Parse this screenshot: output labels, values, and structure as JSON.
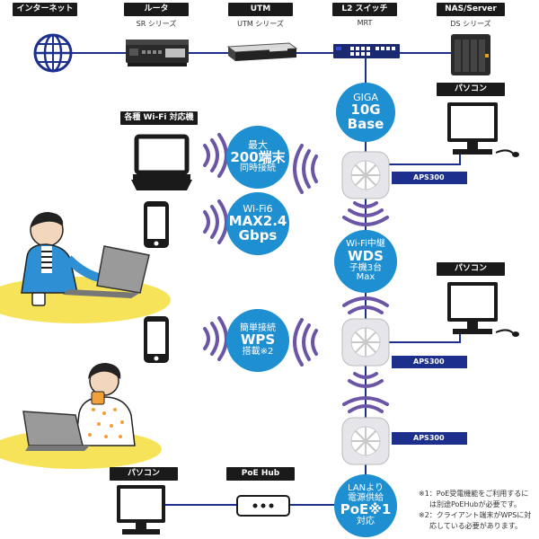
{
  "top_devices": [
    {
      "label": "インターネット",
      "sub": ""
    },
    {
      "label": "ルータ",
      "sub": "SR シリーズ"
    },
    {
      "label": "UTM",
      "sub": "UTM シリーズ"
    },
    {
      "label": "L2 スイッチ",
      "sub": "MRT"
    },
    {
      "label": "NAS/Server",
      "sub": "DS シリーズ"
    }
  ],
  "clients_label": "各種 Wi-Fi 対応機器",
  "pc_labels": [
    "パソコン",
    "パソコン",
    "パソコン"
  ],
  "poe_hub_label": "PoE Hub",
  "feature_circles": [
    {
      "lines": [
        "GIGA",
        "10G",
        "Base"
      ]
    },
    {
      "lines": [
        "最大",
        "200端末",
        "同時接続"
      ]
    },
    {
      "lines": [
        "Wi-Fi6",
        "MAX2.4",
        "Gbps"
      ]
    },
    {
      "lines": [
        "Wi-Fi中継",
        "WDS",
        "子機3台",
        "Max"
      ]
    },
    {
      "lines": [
        "簡単接続",
        "WPS",
        "搭載※2"
      ]
    },
    {
      "lines": [
        "LANより",
        "電源供給",
        "PoE※1",
        "対応"
      ]
    }
  ],
  "aps_labels": [
    "APS300",
    "APS300",
    "APS300"
  ],
  "notes": [
    "※1：PoE受電機能をご利用するに",
    "は別途PoEHubが必要です。",
    "※2：クライアント端末がWPSに対",
    "応している必要があります。"
  ],
  "colors": {
    "circle": "#1e8fd0",
    "aps_tag": "#1c2f8c",
    "wire": "#1c2f8c",
    "wifi": "#6b55a6",
    "label_bg": "#1a1a1a",
    "yellow": "#f7e35a"
  }
}
